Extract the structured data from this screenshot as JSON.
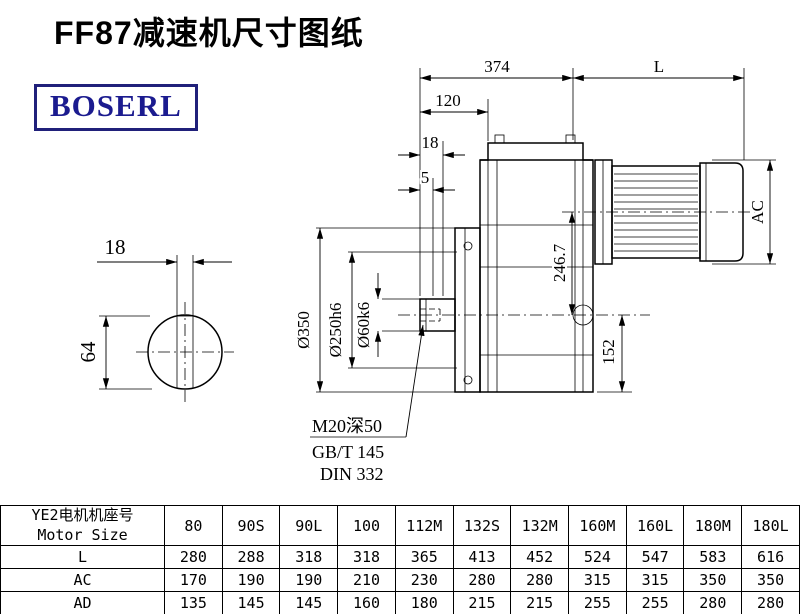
{
  "page": {
    "title": "FF87减速机尺寸图纸",
    "logo": "BOSERL"
  },
  "drawing": {
    "dimensions": {
      "top_width": "374",
      "motor_length": "L",
      "dim_120": "120",
      "dim_18": "18",
      "dim_5": "5",
      "motor_diameter": "AC",
      "axis_height": "246.7",
      "flange_od": "Ø350",
      "spigot": "Ø250h6",
      "shaft": "Ø60k6",
      "dim_152": "152",
      "key_width": "18",
      "shaft_section_height": "64"
    },
    "notes": {
      "tap": "M20深50",
      "std1": "GB/T 145",
      "std2": "DIN 332"
    }
  },
  "table": {
    "header": {
      "label_cn": "YE2电机机座号",
      "label_en": "Motor Size"
    },
    "columns": [
      "80",
      "90S",
      "90L",
      "100",
      "112M",
      "132S",
      "132M",
      "160M",
      "160L",
      "180M",
      "180L"
    ],
    "rows": [
      {
        "label": "L",
        "values": [
          "280",
          "288",
          "318",
          "318",
          "365",
          "413",
          "452",
          "524",
          "547",
          "583",
          "616"
        ]
      },
      {
        "label": "AC",
        "values": [
          "170",
          "190",
          "190",
          "210",
          "230",
          "280",
          "280",
          "315",
          "315",
          "350",
          "350"
        ]
      },
      {
        "label": "AD",
        "values": [
          "135",
          "145",
          "145",
          "160",
          "180",
          "215",
          "215",
          "255",
          "255",
          "280",
          "280"
        ]
      }
    ]
  }
}
